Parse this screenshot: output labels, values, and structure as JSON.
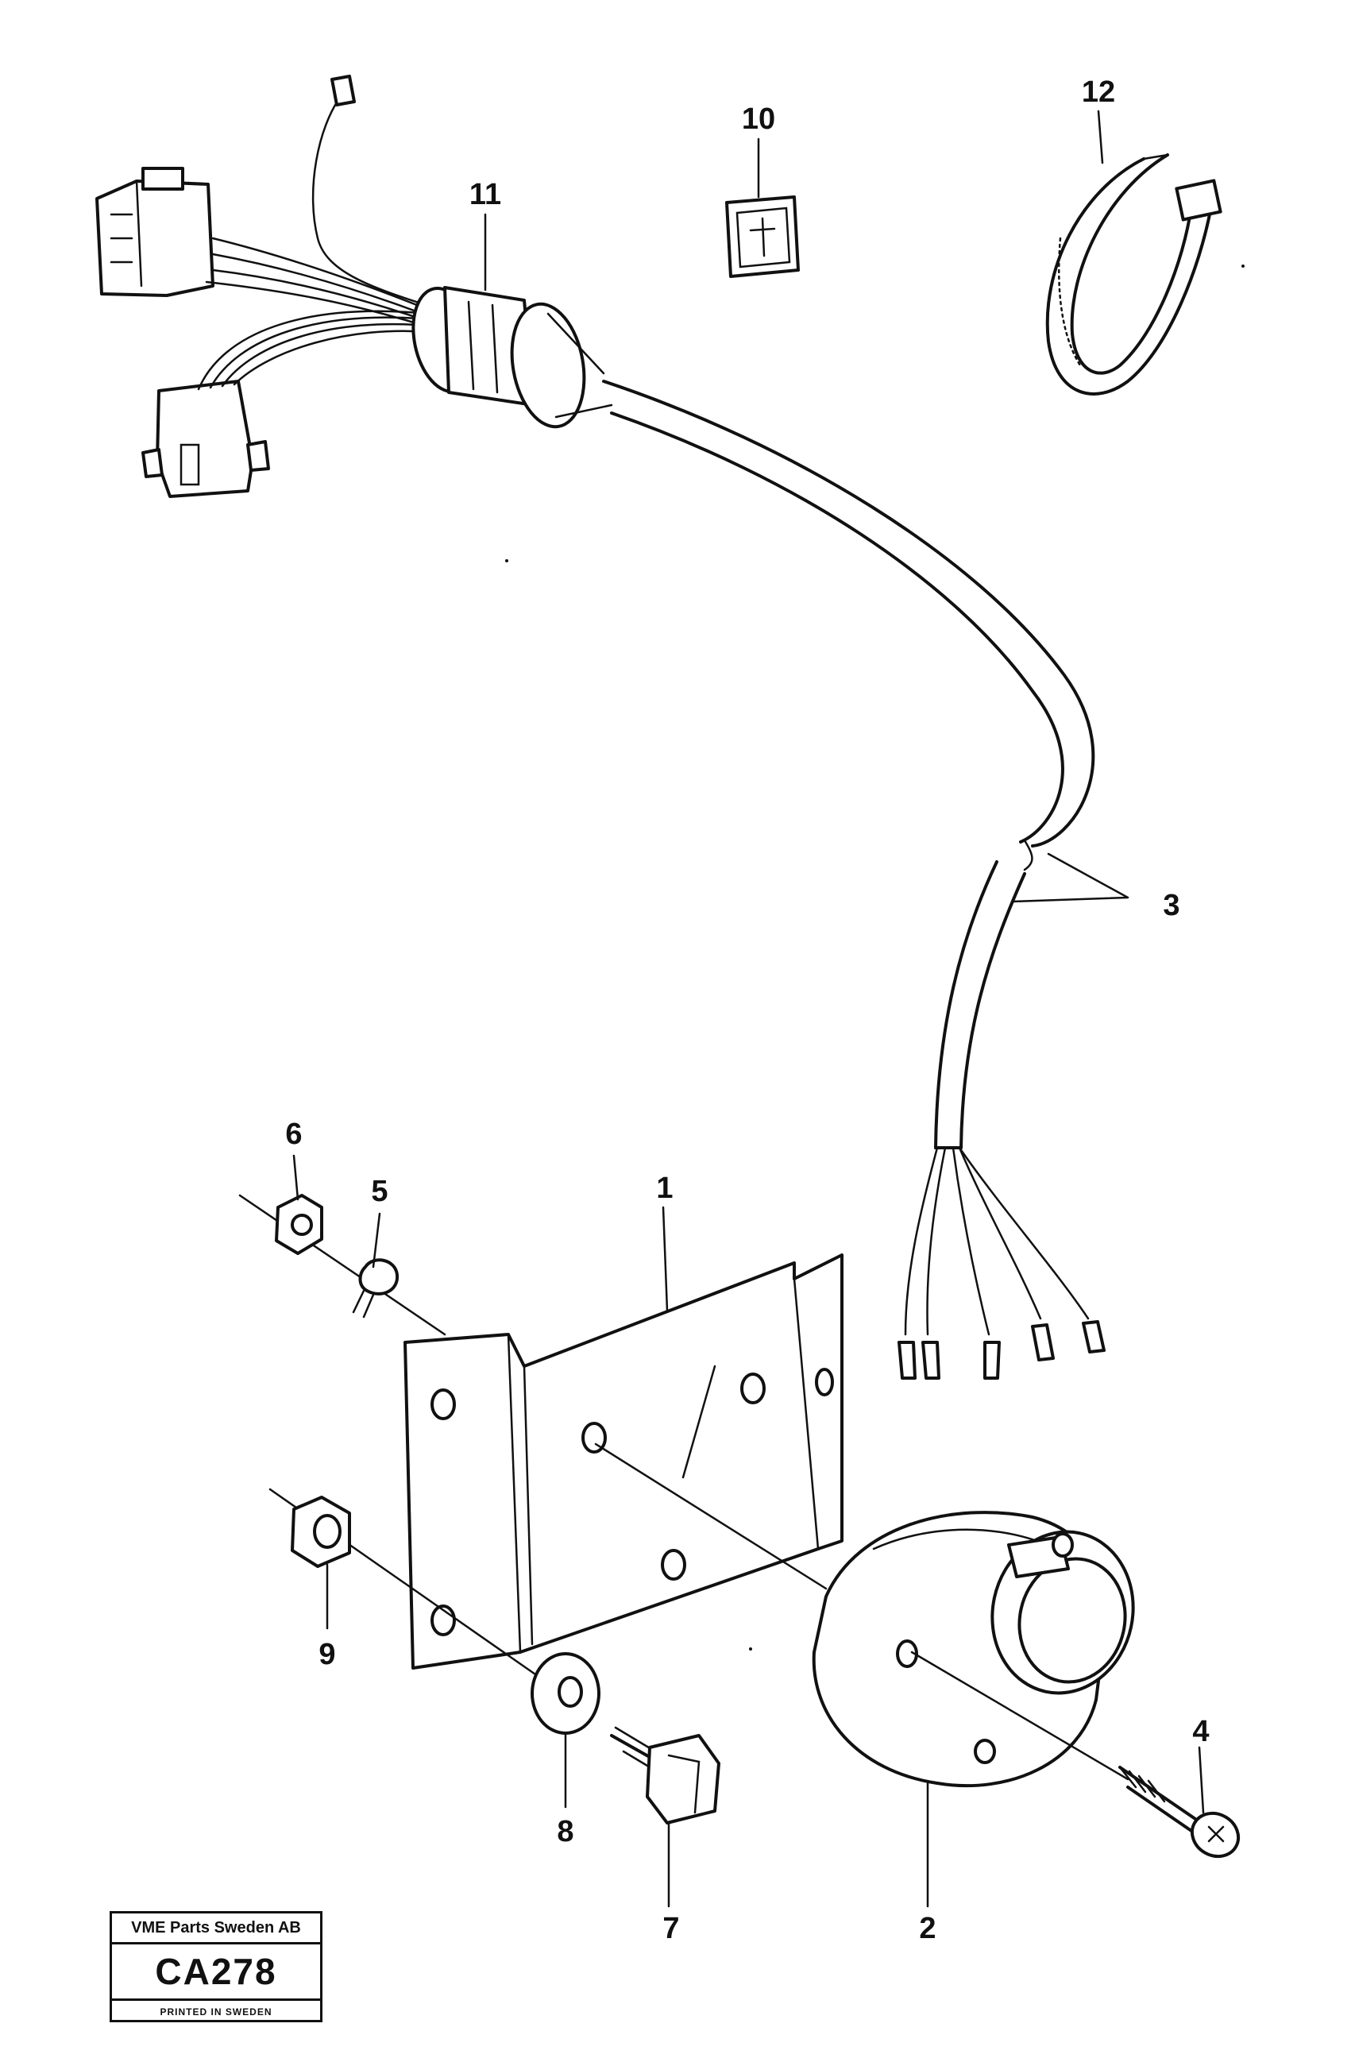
{
  "callouts": {
    "c1": "1",
    "c2": "2",
    "c3": "3",
    "c4": "4",
    "c5": "5",
    "c6": "6",
    "c7": "7",
    "c8": "8",
    "c9": "9",
    "c10": "10",
    "c11": "11",
    "c12": "12"
  },
  "stamp": {
    "company": "VME Parts Sweden AB",
    "code": "CA278",
    "printed": "PRINTED IN SWEDEN"
  }
}
